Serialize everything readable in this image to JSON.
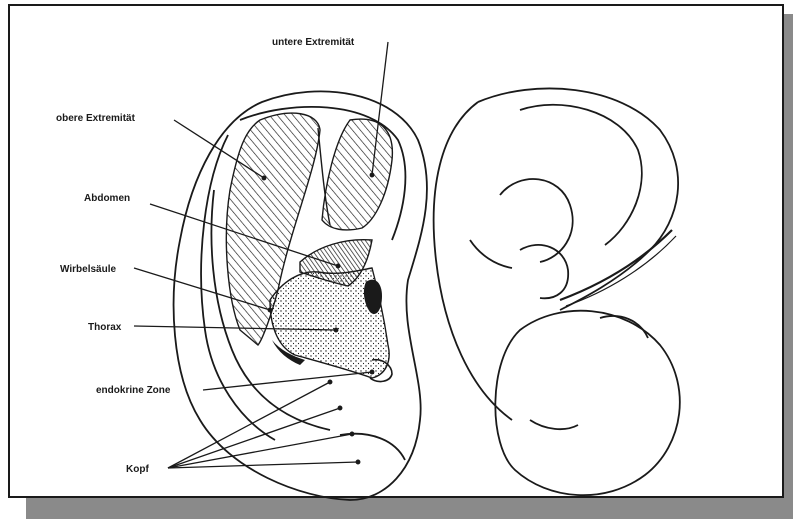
{
  "labels": {
    "lower_limb": "untere Extremität",
    "upper_limb": "obere Extremität",
    "abdomen": "Abdomen",
    "spine": "Wirbelsäule",
    "thorax": "Thorax",
    "endocrine": "endokrine Zone",
    "head": "Kopf"
  },
  "colors": {
    "ink": "#1a1a1a",
    "shadow": "#8a8a8a",
    "background": "#ffffff"
  }
}
